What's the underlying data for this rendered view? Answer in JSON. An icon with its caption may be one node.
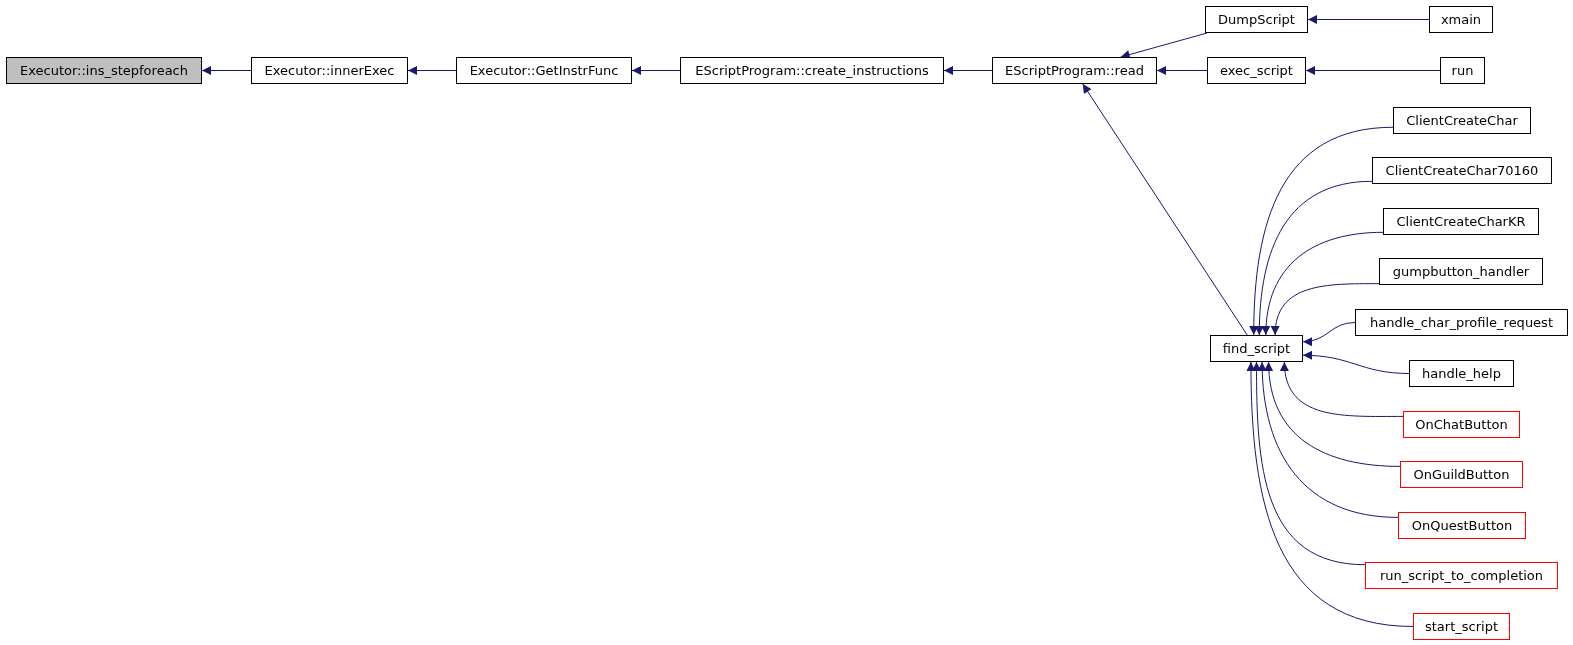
{
  "diagram": {
    "nodes": [
      {
        "text": [
          "Executor::ins_stepforeach"
        ]
      },
      {
        "text": [
          "Executor::innerExec"
        ]
      },
      {
        "text": [
          "Executor::GetInstrFunc"
        ]
      },
      {
        "text": [
          "EScriptProgram::create_instructions"
        ]
      },
      {
        "text": [
          "EScriptProgram::read"
        ]
      },
      {
        "text": [
          "DumpScript"
        ]
      },
      {
        "text": [
          "xmain"
        ]
      },
      {
        "text": [
          "exec_script"
        ]
      },
      {
        "text": [
          "run"
        ]
      },
      {
        "text": [
          "find_script"
        ]
      },
      {
        "text": [
          "ClientCreateChar"
        ]
      },
      {
        "text": [
          "ClientCreateChar70160"
        ]
      },
      {
        "text": [
          "ClientCreateCharKR"
        ]
      },
      {
        "text": [
          "gumpbutton_handler"
        ]
      },
      {
        "text": [
          "handle_char_profile_request"
        ]
      },
      {
        "text": [
          "handle_help"
        ]
      },
      {
        "text": [
          "OnChatButton"
        ]
      },
      {
        "text": [
          "OnGuildButton"
        ]
      },
      {
        "text": [
          "OnQuestButton"
        ]
      },
      {
        "text": [
          "run_script_to_completion"
        ]
      },
      {
        "text": [
          "start_script"
        ]
      }
    ],
    "edges": [
      {
        "from": 1,
        "to": 0,
        "arrow": "to"
      },
      {
        "from": 2,
        "to": 1,
        "arrow": "to"
      },
      {
        "from": 3,
        "to": 2,
        "arrow": "to"
      },
      {
        "from": 4,
        "to": 3,
        "arrow": "to"
      },
      {
        "from": 5,
        "to": 4,
        "arrow": "to"
      },
      {
        "from": 6,
        "to": 5,
        "arrow": "to"
      },
      {
        "from": 7,
        "to": 4,
        "arrow": "to"
      },
      {
        "from": 8,
        "to": 7,
        "arrow": "to"
      },
      {
        "from": 9,
        "to": 4,
        "arrow": "to"
      },
      {
        "from": 10,
        "to": 9,
        "arrow": "to"
      },
      {
        "from": 11,
        "to": 9,
        "arrow": "to"
      },
      {
        "from": 12,
        "to": 9,
        "arrow": "to"
      },
      {
        "from": 13,
        "to": 9,
        "arrow": "to"
      },
      {
        "from": 14,
        "to": 9,
        "arrow": "to"
      },
      {
        "from": 15,
        "to": 9,
        "arrow": "to"
      },
      {
        "from": 16,
        "to": 9,
        "arrow": "to"
      },
      {
        "from": 17,
        "to": 9,
        "arrow": "to"
      },
      {
        "from": 18,
        "to": 9,
        "arrow": "to"
      },
      {
        "from": 19,
        "to": 9,
        "arrow": "to"
      },
      {
        "from": 20,
        "to": 9,
        "arrow": "to"
      }
    ]
  }
}
